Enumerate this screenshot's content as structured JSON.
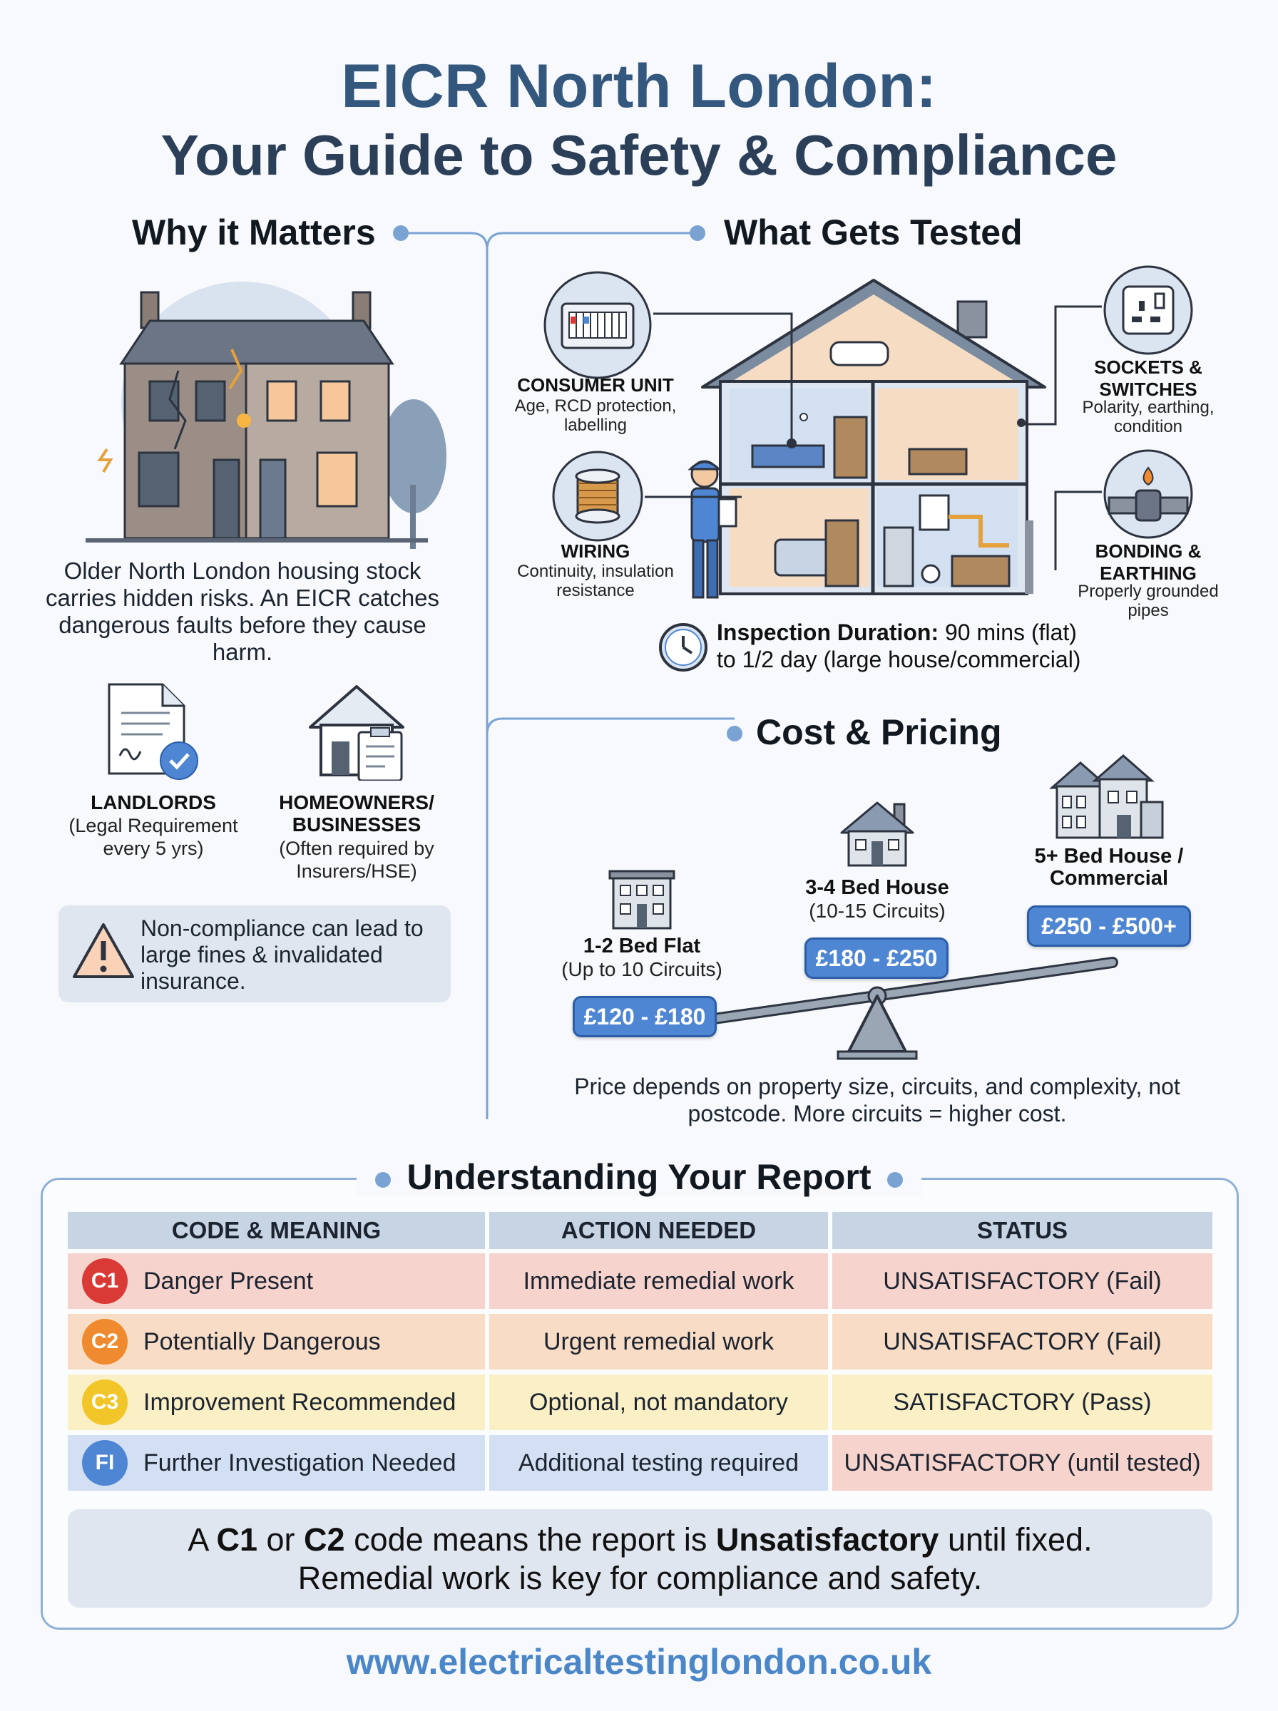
{
  "header": {
    "title_line1": "EICR North London:",
    "title_line2": "Your Guide to Safety & Compliance"
  },
  "why": {
    "heading": "Why it Matters",
    "body": "Older North London housing stock carries hidden risks. An EICR catches dangerous faults before they cause harm.",
    "landlords_title": "LANDLORDS",
    "landlords_sub": "(Legal Requirement every 5 yrs)",
    "owners_title": "HOMEOWNERS/ BUSINESSES",
    "owners_sub": "(Often required by Insurers/HSE)",
    "warning": "Non-compliance can lead to large fines & invalidated insurance."
  },
  "tested": {
    "heading": "What Gets Tested",
    "consumer_title": "CONSUMER UNIT",
    "consumer_sub": "Age, RCD protection, labelling",
    "wiring_title": "WIRING",
    "wiring_sub": "Continuity, insulation resistance",
    "sockets_title": "SOCKETS & SWITCHES",
    "sockets_sub": "Polarity, earthing, condition",
    "bonding_title": "BONDING & EARTHING",
    "bonding_sub": "Properly grounded pipes",
    "duration_label": "Inspection Duration:",
    "duration_value": " 90 mins (flat) to 1/2 day (large house/commercial)"
  },
  "cost": {
    "heading": "Cost & Pricing",
    "tiers": [
      {
        "title": "1-2 Bed Flat",
        "sub": "(Up to 10 Circuits)",
        "price": "£120 - £180"
      },
      {
        "title": "3-4 Bed House",
        "sub": "(10-15 Circuits)",
        "price": "£180 - £250"
      },
      {
        "title": "5+ Bed House / Commercial",
        "sub": "",
        "price": "£250 - £500+"
      }
    ],
    "note": "Price depends on property size, circuits, and complexity, not postcode. More circuits = higher cost."
  },
  "report": {
    "heading": "Understanding Your Report",
    "columns": [
      "CODE & MEANING",
      "ACTION NEEDED",
      "STATUS"
    ],
    "rows": [
      {
        "code": "C1",
        "meaning": "Danger Present",
        "action": "Immediate remedial work",
        "status": "UNSATISFACTORY (Fail)",
        "badge": "#d93a35",
        "bg": "#f6d3cc"
      },
      {
        "code": "C2",
        "meaning": "Potentially Dangerous",
        "action": "Urgent remedial work",
        "status": "UNSATISFACTORY (Fail)",
        "badge": "#ef8a2e",
        "bg": "#f9dcc5"
      },
      {
        "code": "C3",
        "meaning": "Improvement Recommended",
        "action": "Optional, not mandatory",
        "status": "SATISFACTORY (Pass)",
        "badge": "#f2c629",
        "bg": "#fbefc6"
      },
      {
        "code": "FI",
        "meaning": "Further Investigation Needed",
        "action": "Additional testing required",
        "status": "UNSATISFACTORY (until tested)",
        "badge": "#4f86d4",
        "bg": "#d3e0f3",
        "status_bg": "#f6d3cc"
      }
    ],
    "summary_line1_a": "A ",
    "summary_c1": "C1",
    "summary_or": " or ",
    "summary_c2": "C2",
    "summary_mid": " code means the report is ",
    "summary_unsat": "Unsatisfactory",
    "summary_end": " until fixed.",
    "summary_line2": "Remedial work is key for compliance and safety."
  },
  "footer": {
    "url": "www.electricaltestinglondon.co.uk"
  },
  "colors": {
    "title_blue": "#34577e",
    "accent_blue": "#4f86d4",
    "line_blue": "#7aa3d4"
  }
}
